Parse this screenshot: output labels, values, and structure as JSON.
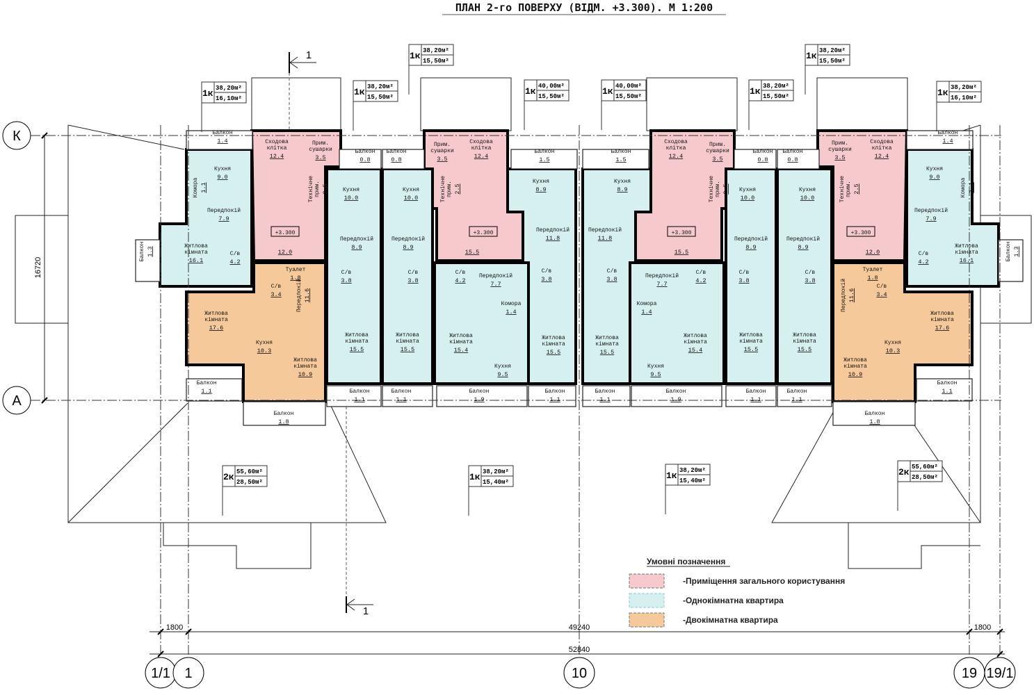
{
  "title": "ПЛАН 2-го ПОВЕРХУ (ВІДМ. +3.300). М 1:200",
  "colors": {
    "common": "#f6c9cd",
    "one_room": "#d5f0ee",
    "two_room": "#f5c99a",
    "wall": "#000000"
  },
  "level_mark": "+3.300",
  "rooms": [
    {
      "name": [
        "Балкон"
      ],
      "area": "1.4"
    },
    {
      "name": [
        "Кухня"
      ],
      "area": "9.0"
    },
    {
      "name": [
        "Комора"
      ],
      "area": "1.1"
    },
    {
      "name": [
        "Передпокій"
      ],
      "area": "7.9"
    },
    {
      "name": [
        "Житлова",
        "кімната"
      ],
      "area": "16.1"
    },
    {
      "name": [
        "С/в"
      ],
      "area": "4.2"
    },
    {
      "name": [
        "Балкон"
      ],
      "area": "1.3"
    },
    {
      "name": [
        "Сходова",
        "клітка"
      ],
      "area": "12.4"
    },
    {
      "name": [
        "Прим.",
        "сушарки"
      ],
      "area": "3.5"
    },
    {
      "name": [
        "Технічне",
        "прим."
      ],
      "area": "2.5"
    },
    {
      "name": [],
      "area": "12.0"
    },
    {
      "name": [
        "Туалет"
      ],
      "area": "1.8"
    },
    {
      "name": [
        "С/в"
      ],
      "area": "3.4"
    },
    {
      "name": [
        "Передпокій"
      ],
      "area": "11.6"
    },
    {
      "name": [
        "Житлова",
        "кімната"
      ],
      "area": "17.6"
    },
    {
      "name": [
        "Кухня"
      ],
      "area": "10.3"
    },
    {
      "name": [
        "Житлова",
        "кімната"
      ],
      "area": "10.9"
    },
    {
      "name": [
        "Балкон"
      ],
      "area": "1.1"
    },
    {
      "name": [
        "Балкон"
      ],
      "area": "1.8"
    },
    {
      "name": [
        "Балкон"
      ],
      "area": "0.8"
    },
    {
      "name": [
        "Балкон"
      ],
      "area": "0.8"
    },
    {
      "name": [
        "Кухня"
      ],
      "area": "10.0"
    },
    {
      "name": [
        "Кухня"
      ],
      "area": "10.0"
    },
    {
      "name": [
        "Передпокій"
      ],
      "area": "8.9"
    },
    {
      "name": [
        "Передпокій"
      ],
      "area": "8.9"
    },
    {
      "name": [
        "С/в"
      ],
      "area": "3.8"
    },
    {
      "name": [
        "С/в"
      ],
      "area": "3.8"
    },
    {
      "name": [
        "Житлова",
        "кімната"
      ],
      "area": "15.5"
    },
    {
      "name": [
        "Житлова",
        "кімната"
      ],
      "area": "15.5"
    },
    {
      "name": [
        "Балкон"
      ],
      "area": "1.1"
    },
    {
      "name": [
        "Балкон"
      ],
      "area": "1.1"
    },
    {
      "name": [
        "Прим.",
        "сушарки"
      ],
      "area": "3.5"
    },
    {
      "name": [
        "Сходова",
        "клітка"
      ],
      "area": "12.4"
    },
    {
      "name": [
        "Технічне",
        "прим."
      ],
      "area": "2.5"
    },
    {
      "name": [],
      "area": "15.5"
    },
    {
      "name": [
        "Балкон"
      ],
      "area": "1.5"
    },
    {
      "name": [
        "Кухня"
      ],
      "area": "8.9"
    },
    {
      "name": [
        "Передпокій"
      ],
      "area": "11.8"
    },
    {
      "name": [
        "С/в"
      ],
      "area": "4.2"
    },
    {
      "name": [
        "Передпокій"
      ],
      "area": "7.7"
    },
    {
      "name": [
        "Комора"
      ],
      "area": "1.4"
    },
    {
      "name": [
        "С/в"
      ],
      "area": "3.8"
    },
    {
      "name": [
        "Житлова",
        "кімната"
      ],
      "area": "15.4"
    },
    {
      "name": [
        "Кухня"
      ],
      "area": "9.5"
    },
    {
      "name": [
        "Житлова",
        "кімната"
      ],
      "area": "15.5"
    },
    {
      "name": [
        "Балкон"
      ],
      "area": "1.9"
    },
    {
      "name": [
        "Балкон"
      ],
      "area": "1.1"
    },
    {
      "name": [
        "Балкон"
      ],
      "area": "1.5"
    },
    {
      "name": [
        "Кухня"
      ],
      "area": "8.9"
    },
    {
      "name": [
        "Передпокій"
      ],
      "area": "11.8"
    },
    {
      "name": [
        "С/в"
      ],
      "area": "3.8"
    },
    {
      "name": [
        "Житлова",
        "кімната"
      ],
      "area": "15.5"
    },
    {
      "name": [
        "Балкон"
      ],
      "area": "1.1"
    },
    {
      "name": [
        "Сходова",
        "клітка"
      ],
      "area": "12.4"
    },
    {
      "name": [
        "Прим.",
        "сушарки"
      ],
      "area": "3.5"
    },
    {
      "name": [
        "Технічне",
        "прим."
      ],
      "area": "2.5"
    },
    {
      "name": [],
      "area": "15.5"
    },
    {
      "name": [
        "Передпокій"
      ],
      "area": "7.7"
    },
    {
      "name": [
        "С/в"
      ],
      "area": "4.2"
    },
    {
      "name": [
        "Комора"
      ],
      "area": "1.4"
    },
    {
      "name": [
        "Житлова",
        "кімната"
      ],
      "area": "15.4"
    },
    {
      "name": [
        "Кухня"
      ],
      "area": "9.5"
    },
    {
      "name": [
        "Балкон"
      ],
      "area": "1.9"
    },
    {
      "name": [
        "Балкон"
      ],
      "area": "0.8"
    },
    {
      "name": [
        "Балкон"
      ],
      "area": "0.8"
    },
    {
      "name": [
        "Кухня"
      ],
      "area": "10.0"
    },
    {
      "name": [
        "Кухня"
      ],
      "area": "10.0"
    },
    {
      "name": [
        "Передпокій"
      ],
      "area": "8.9"
    },
    {
      "name": [
        "Передпокій"
      ],
      "area": "8.9"
    },
    {
      "name": [
        "С/в"
      ],
      "area": "3.8"
    },
    {
      "name": [
        "С/в"
      ],
      "area": "3.8"
    },
    {
      "name": [
        "Житлова",
        "кімната"
      ],
      "area": "15.5"
    },
    {
      "name": [
        "Житлова",
        "кімната"
      ],
      "area": "15.5"
    },
    {
      "name": [
        "Балкон"
      ],
      "area": "1.1"
    },
    {
      "name": [
        "Балкон"
      ],
      "area": "1.1"
    },
    {
      "name": [
        "Прим.",
        "сушарки"
      ],
      "area": "3.5"
    },
    {
      "name": [
        "Сходова",
        "клітка"
      ],
      "area": "12.4"
    },
    {
      "name": [
        "Технічне",
        "прим."
      ],
      "area": "2.5"
    },
    {
      "name": [],
      "area": "12.0"
    },
    {
      "name": [
        "Балкон"
      ],
      "area": "1.4"
    },
    {
      "name": [
        "Кухня"
      ],
      "area": "9.0"
    },
    {
      "name": [
        "Комора"
      ],
      "area": "1.1"
    },
    {
      "name": [
        "Передпокій"
      ],
      "area": "7.9"
    },
    {
      "name": [
        "Житлова",
        "кімната"
      ],
      "area": "16.1"
    },
    {
      "name": [
        "С/в"
      ],
      "area": "4.2"
    },
    {
      "name": [
        "Балкон"
      ],
      "area": "1.3"
    },
    {
      "name": [
        "Туалет"
      ],
      "area": "1.8"
    },
    {
      "name": [
        "С/в"
      ],
      "area": "3.4"
    },
    {
      "name": [
        "Передпокій"
      ],
      "area": "11.6"
    },
    {
      "name": [
        "Житлова",
        "кімната"
      ],
      "area": "17.6"
    },
    {
      "name": [
        "Кухня"
      ],
      "area": "10.3"
    },
    {
      "name": [
        "Житлова",
        "кімната"
      ],
      "area": "10.9"
    },
    {
      "name": [
        "Балкон"
      ],
      "area": "1.1"
    },
    {
      "name": [
        "Балкон"
      ],
      "area": "1.8"
    }
  ],
  "apartment_tags": [
    {
      "type": "1к",
      "total": "38,20м²",
      "living": "16,10м²"
    },
    {
      "type": "1к",
      "total": "38,20м²",
      "living": "15,50м²"
    },
    {
      "type": "1к",
      "total": "38,20м²",
      "living": "15,50м²"
    },
    {
      "type": "1к",
      "total": "40,00м²",
      "living": "15,50м²"
    },
    {
      "type": "1к",
      "total": "40,00м²",
      "living": "15,50м²"
    },
    {
      "type": "1к",
      "total": "38,20м²",
      "living": "15,50м²"
    },
    {
      "type": "1к",
      "total": "38,20м²",
      "living": "15,50м²"
    },
    {
      "type": "1к",
      "total": "38,20м²",
      "living": "16,10м²"
    },
    {
      "type": "2к",
      "total": "55,60м²",
      "living": "28,50м²"
    },
    {
      "type": "1к",
      "total": "38,20м²",
      "living": "15,40м²"
    },
    {
      "type": "1к",
      "total": "38,20м²",
      "living": "15,40м²"
    },
    {
      "type": "2к",
      "total": "55,60м²",
      "living": "28,50м²"
    }
  ],
  "axes": {
    "rows": [
      "К",
      "А"
    ],
    "columns": [
      "1/1",
      "1",
      "10",
      "19",
      "19/1"
    ]
  },
  "dimensions": {
    "left_offset": "1800",
    "main": "49240",
    "right_offset": "1800",
    "overall": "52840",
    "depth": "16720"
  },
  "section_mark": "1",
  "legend": {
    "title": "Умовні позначення",
    "items": [
      {
        "label": "-Приміщення загального користування",
        "color": "#f6c9cd"
      },
      {
        "label": "-Однокімнатна квартира",
        "color": "#d5f0ee"
      },
      {
        "label": "-Двокімнатна квартира",
        "color": "#f5c99a"
      }
    ]
  }
}
